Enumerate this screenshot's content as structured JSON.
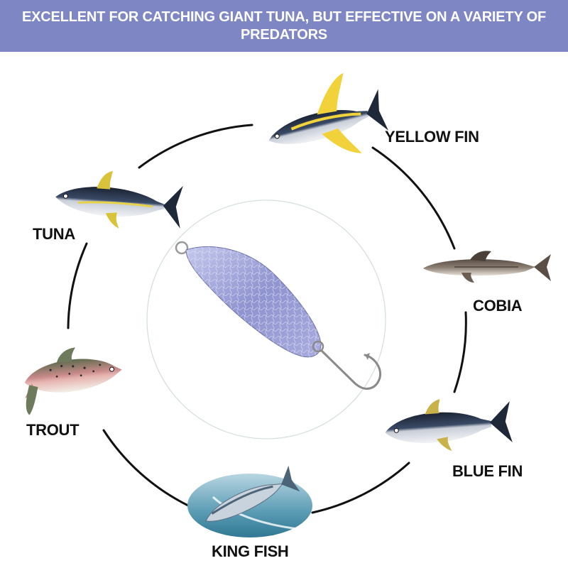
{
  "banner": {
    "text": "EXCELLENT FOR CATCHING GIANT TUNA, BUT EFFECTIVE ON A VARIETY OF PREDATORS",
    "color": "#7f86c4"
  },
  "lure": {
    "name": "lure-spoon-image",
    "color": "#8f93cf"
  },
  "fish": [
    {
      "label": "YELLOW FIN"
    },
    {
      "label": "COBIA"
    },
    {
      "label": "BLUE FIN"
    },
    {
      "label": "KING FISH"
    },
    {
      "label": "TROUT"
    },
    {
      "label": "TUNA"
    }
  ]
}
